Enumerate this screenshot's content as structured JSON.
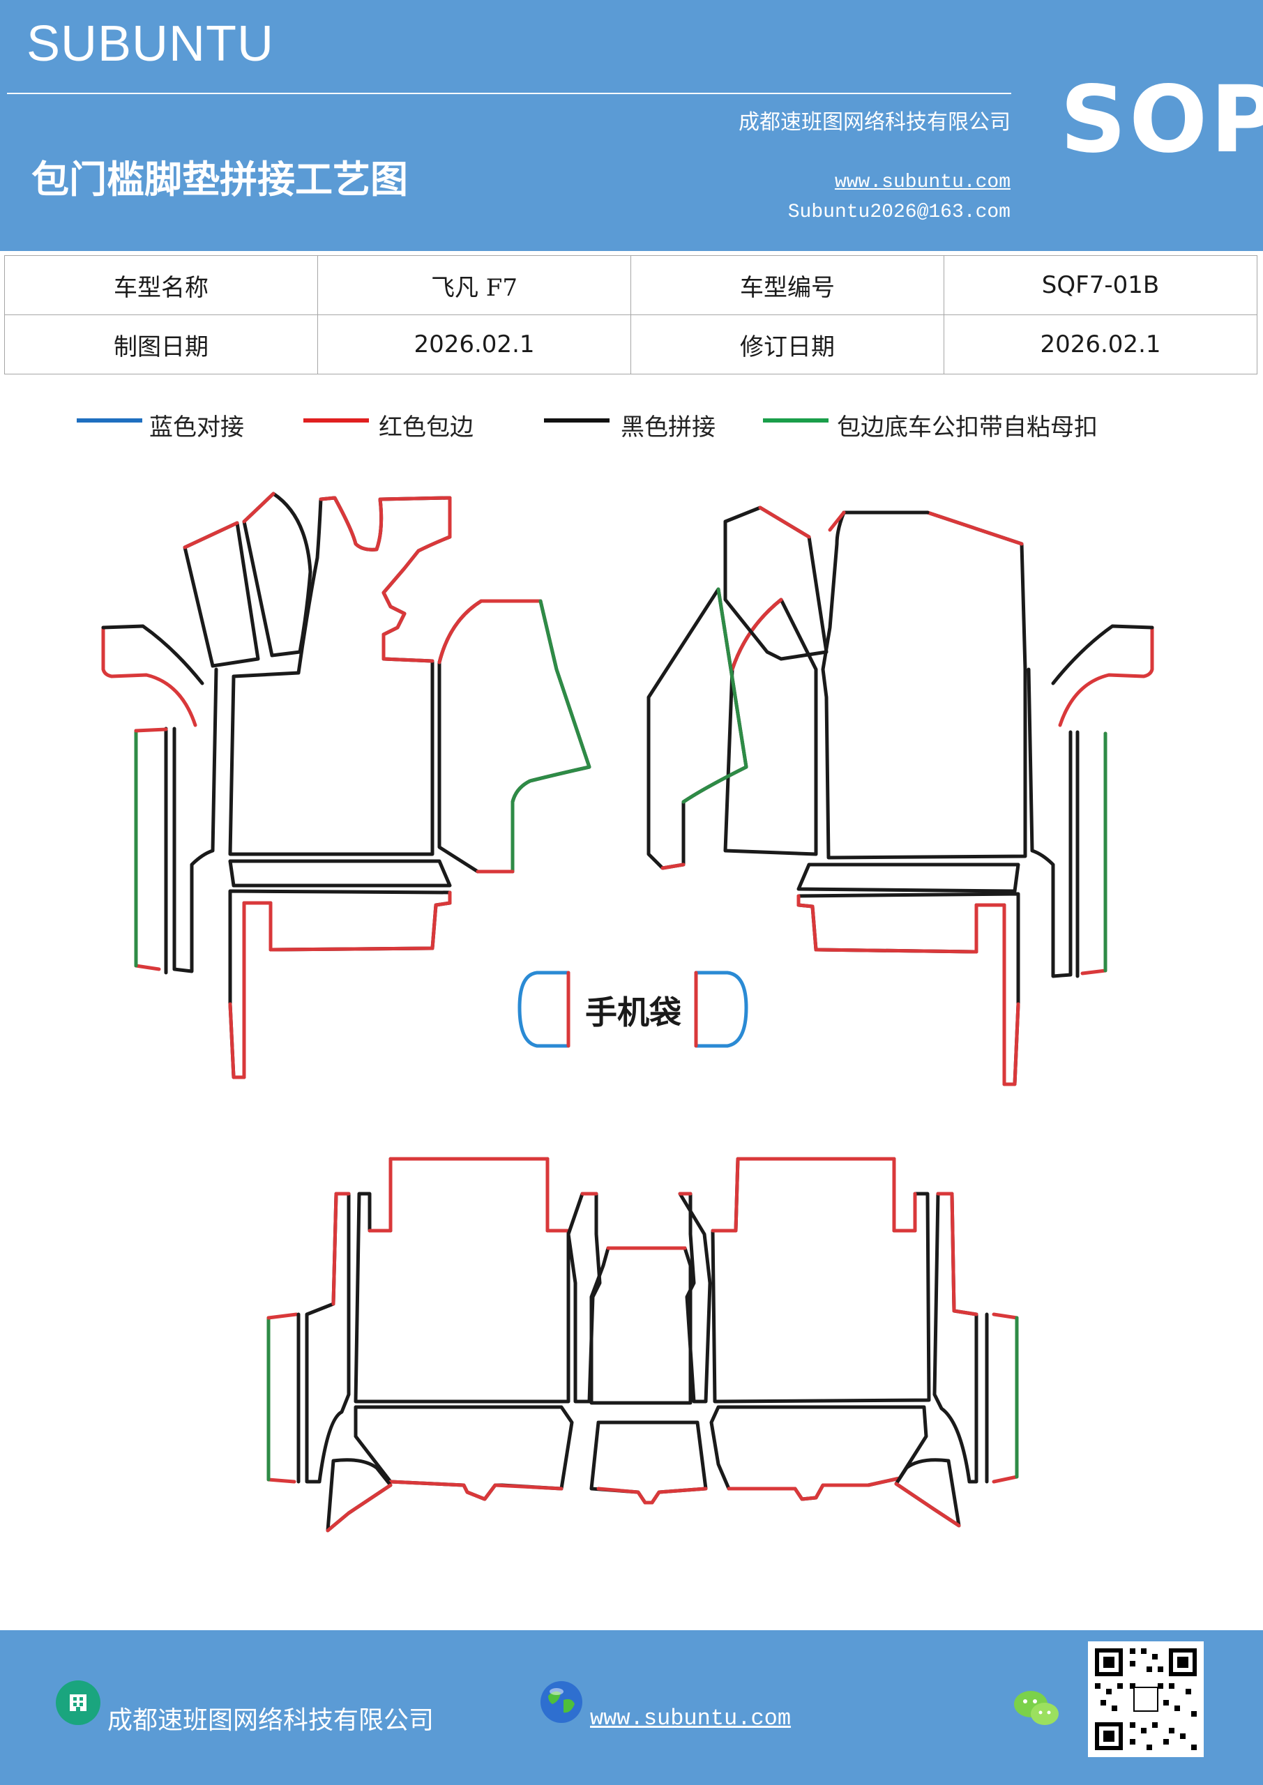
{
  "header": {
    "brand": "SUBUNTU",
    "badge": "SOP",
    "company": "成都速班图网络科技有限公司",
    "title": "包门槛脚垫拼接工艺图",
    "website": "www.subuntu.com",
    "email": "Subuntu2026@163.com",
    "color": "#5b9bd5"
  },
  "info_table": {
    "row1": {
      "label1": "车型名称",
      "value1": "飞凡 F7",
      "label2": "车型编号",
      "value2": "SQF7-01B"
    },
    "row2": {
      "label1": "制图日期",
      "value1": "2026.02.1",
      "label2": "修订日期",
      "value2": "2026.02.1"
    }
  },
  "legend": [
    {
      "label": "蓝色对接",
      "color": "#1f6fc0"
    },
    {
      "label": "红色包边",
      "color": "#e02020"
    },
    {
      "label": "黑色拼接",
      "color": "#111111"
    },
    {
      "label": "包边底车公扣带自粘母扣",
      "color": "#1a9e4a"
    }
  ],
  "drawing": {
    "phone_pocket_label": "手机袋",
    "line_colors": {
      "blue": "#2a8ad4",
      "red": "#d9383a",
      "black": "#1a1a1a",
      "green": "#2e8b46"
    }
  },
  "footer": {
    "company": "成都速班图网络科技有限公司",
    "website": "www.subuntu.com",
    "icons": [
      "building-icon",
      "globe-icon",
      "wechat-icon",
      "qr-code"
    ]
  }
}
